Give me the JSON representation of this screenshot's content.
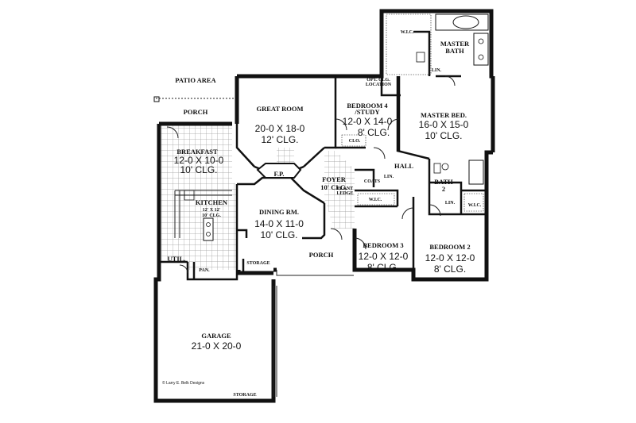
{
  "labels": {
    "patio": "PATIO AREA",
    "porch_left": "PORCH",
    "porch_front": "PORCH",
    "breakfast": [
      "BREAKFAST",
      "12-0 X 10-0",
      "10' CLG."
    ],
    "great_room": [
      "GREAT ROOM",
      "20-0 X 18-0",
      "12' CLG."
    ],
    "bedroom4": [
      "BEDROOM 4",
      "/STUDY",
      "12-0 X 14-0",
      "8' CLG."
    ],
    "master_bed": [
      "MASTER BED.",
      "16-0 X 15-0",
      "10' CLG."
    ],
    "master_bath": [
      "MASTER",
      "BATH"
    ],
    "wic_master": "W.I.C.",
    "lin_master": "LIN.",
    "opt_clg": [
      "OPT. CLG.",
      "LOCATION"
    ],
    "kitchen": [
      "KITCHEN",
      "12' X 12'",
      "10' CLG."
    ],
    "fp": "F.P.",
    "foyer": [
      "FOYER",
      "10' CLG."
    ],
    "clo": "CLO.",
    "coats": "COATS",
    "lin_hall": "LIN.",
    "hall": "HALL",
    "plant_ledge": [
      "PLANT",
      "LEDGE"
    ],
    "bath2": [
      "BATH",
      "2"
    ],
    "lin_bath2": "LIN.",
    "dining": [
      "DINING RM.",
      "14-0 X 11-0",
      "10' CLG."
    ],
    "wic_bed3": "W.I.C.",
    "wic_bed2": "W.I.C.",
    "bedroom3": [
      "BEDROOM 3",
      "12-0 X 12-0",
      "8' CLG."
    ],
    "bedroom2": [
      "BEDROOM 2",
      "12-0 X 12-0",
      "8' CLG."
    ],
    "util": "UTIL.",
    "pan": "PAN.",
    "storage_top": "STORAGE",
    "storage_bottom": "STORAGE",
    "garage": [
      "GARAGE",
      "21-0 X 20-0"
    ],
    "copyright": "© Larry E. Belk Designs"
  }
}
